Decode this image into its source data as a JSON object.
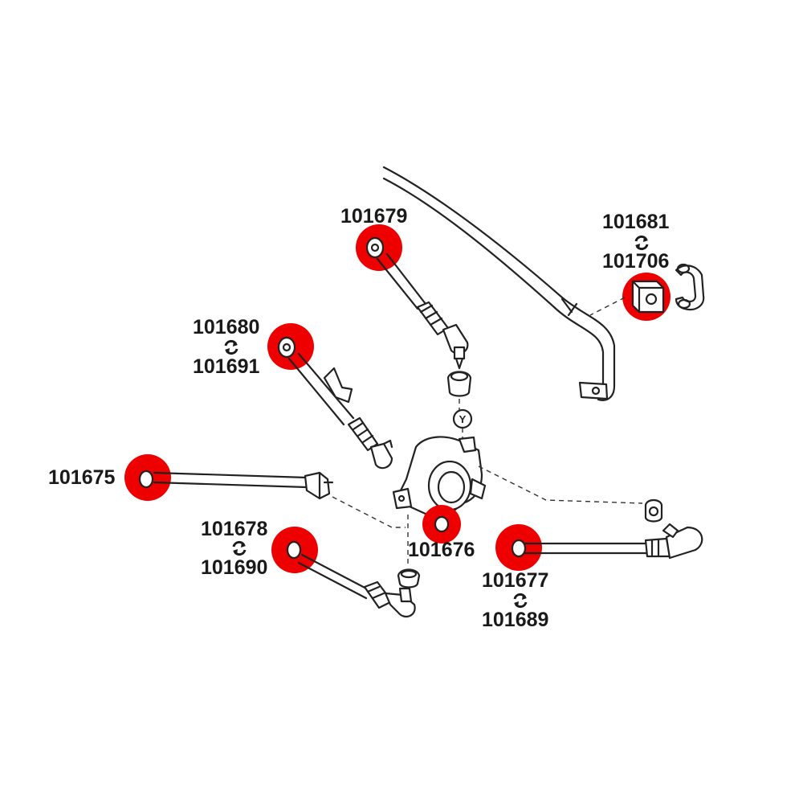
{
  "parts": {
    "p101679": "101679",
    "p101680": "101680",
    "p101691": "101691",
    "p101681": "101681",
    "p101706": "101706",
    "p101675": "101675",
    "p101676": "101676",
    "p101678": "101678",
    "p101690": "101690",
    "p101677": "101677",
    "p101689": "101689"
  },
  "marker": {
    "y": "Y"
  },
  "colors": {
    "highlight": "#ee0000",
    "line": "#222222",
    "background": "#ffffff"
  },
  "icons": {
    "interchange": "swap-arrows-icon"
  }
}
